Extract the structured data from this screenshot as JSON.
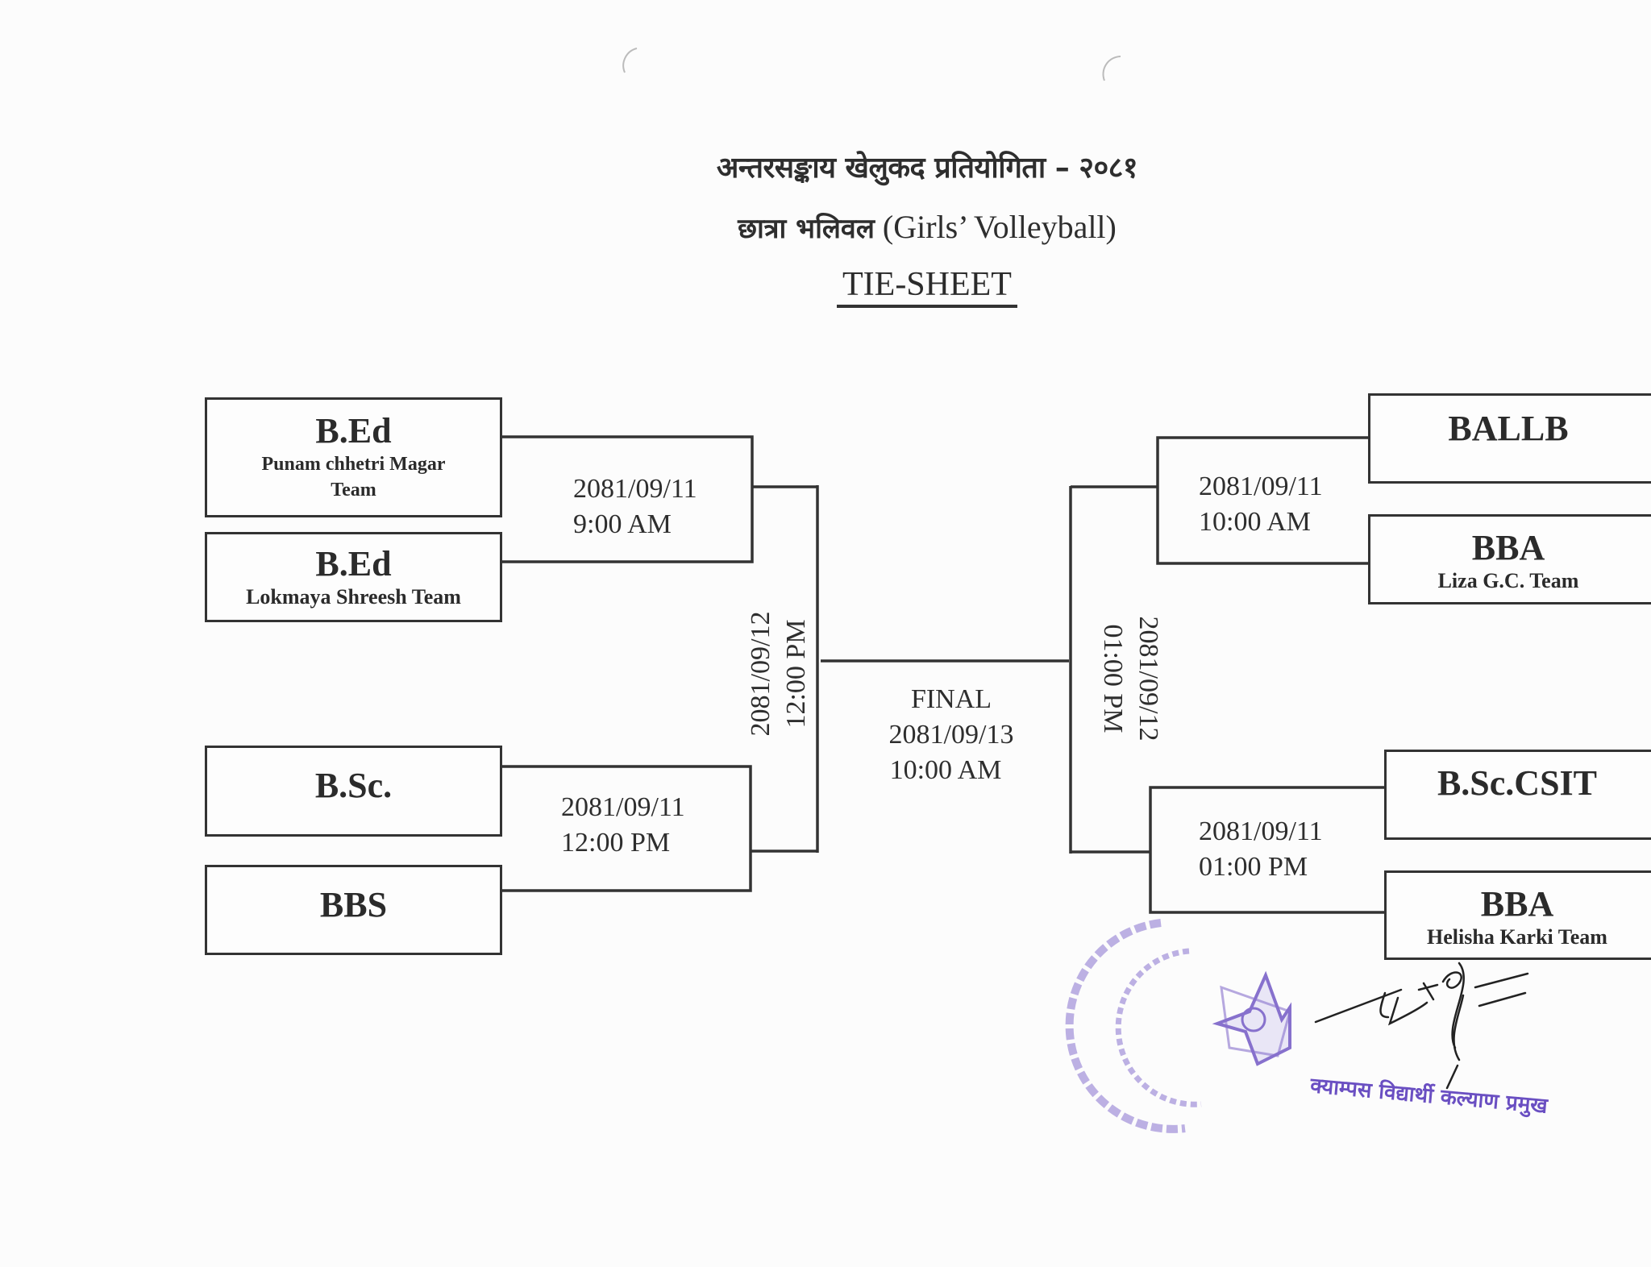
{
  "header": {
    "title_nepali": "अन्तरसङ्काय खेलुकद प्रतियोगिता – २०८१",
    "subtitle_nepali": "छात्रा भलिवल",
    "subtitle_english": "(Girls’ Volleyball)",
    "sheet_label": "TIE-SHEET"
  },
  "left_bracket": {
    "quarterfinal_1": {
      "team_a": {
        "name": "B.Ed",
        "sub": "Punam chhetri Magar Team"
      },
      "team_b": {
        "name": "B.Ed",
        "sub": "Lokmaya Shreesh Team"
      },
      "date": "2081/09/11",
      "time": "9:00 AM"
    },
    "quarterfinal_2": {
      "team_a": {
        "name": "B.Sc.",
        "sub": ""
      },
      "team_b": {
        "name": "BBS",
        "sub": ""
      },
      "date": "2081/09/11",
      "time": "12:00 PM"
    },
    "semifinal": {
      "date": "2081/09/12",
      "time": "12:00 PM"
    }
  },
  "right_bracket": {
    "quarterfinal_1": {
      "team_a": {
        "name": "BALLB",
        "sub": ""
      },
      "team_b": {
        "name": "BBA",
        "sub": "Liza G.C. Team"
      },
      "date": "2081/09/11",
      "time": "10:00 AM"
    },
    "quarterfinal_2": {
      "team_a": {
        "name": "B.Sc.CSIT",
        "sub": ""
      },
      "team_b": {
        "name": "BBA",
        "sub": "Helisha Karki Team"
      },
      "date": "2081/09/11",
      "time": "01:00 PM"
    },
    "semifinal": {
      "date": "2081/09/12",
      "time": "01:00 PM"
    }
  },
  "final": {
    "label": "FINAL",
    "date": "2081/09/13",
    "time": "10:00 AM"
  },
  "signature": {
    "designation": "क्याम्पस विद्यार्थी कल्याण प्रमुख",
    "stamp_color": "#6a4fc2"
  }
}
